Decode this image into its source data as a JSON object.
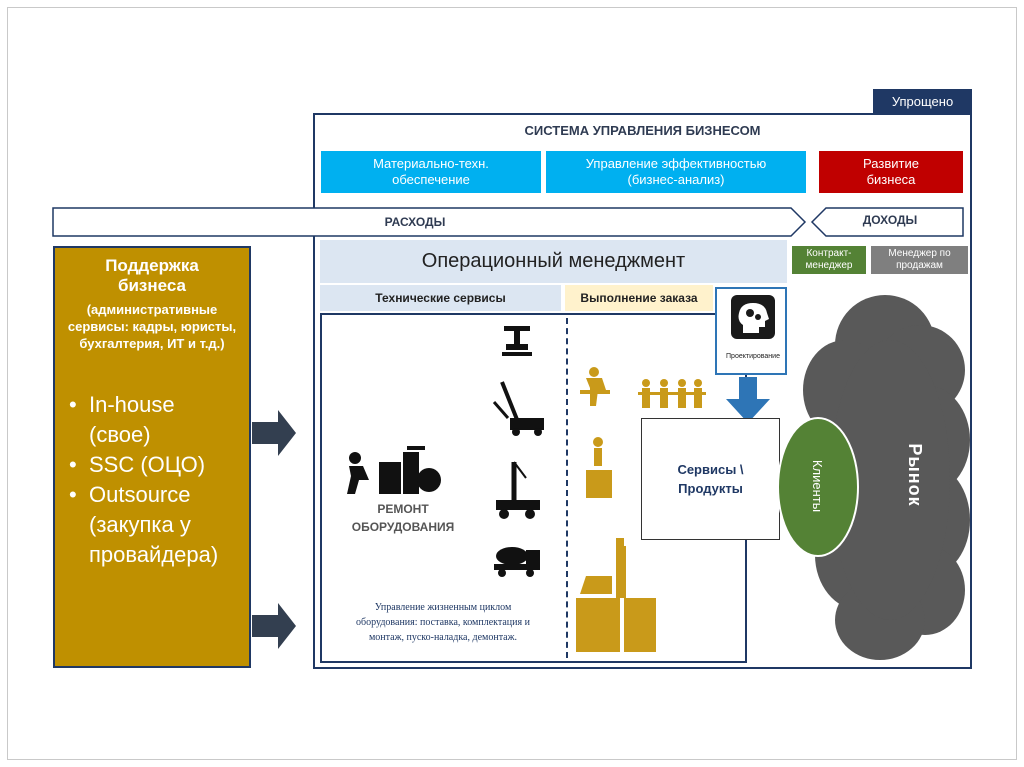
{
  "tag": "Упрощено",
  "system_title": "СИСТЕМА УПРАВЛЕНИЯ БИЗНЕСОМ",
  "boxes": {
    "mto": [
      "Материально-техн.",
      "обеспечение"
    ],
    "efficiency": [
      "Управление эффективностью",
      "(бизнес-анализ)"
    ],
    "development": [
      "Развитие",
      "бизнеса"
    ]
  },
  "expenses_label": "РАСХОДЫ",
  "income_label": "ДОХОДЫ",
  "op_title": "Операционный менеджмент",
  "contract_manager": [
    "Контракт-",
    "менеджер"
  ],
  "sales_manager": [
    "Менеджер по",
    "продажам"
  ],
  "tech_services": "Технические сервисы",
  "order_execution": "Выполнение заказа",
  "design_label": "Проектирование",
  "services_products": [
    "Сервисы \\",
    "Продукты"
  ],
  "clients": "Клиенты",
  "market": "Рынок",
  "support": {
    "title": [
      "Поддержка",
      "бизнеса"
    ],
    "subtitle": [
      "(административные",
      "сервисы: кадры, юристы,",
      "бухгалтерия, ИТ и т.д.)"
    ],
    "bullets": [
      [
        "In-house",
        "(свое)"
      ],
      [
        "SSC (ОЦО)"
      ],
      [
        "Outsource",
        "(закупка у",
        "провайдера)"
      ]
    ]
  },
  "repair": [
    "РЕМОНТ",
    "ОБОРУДОВАНИЯ"
  ],
  "lifecycle": [
    "Управление жизненным циклом",
    "оборудования: поставка, комплектация и",
    "монтаж, пуско-наладка, демонтаж."
  ],
  "colors": {
    "navy": "#1f3864",
    "accent_blue": "#00b0f0",
    "accent_red": "#c00000",
    "gold": "#bf9000",
    "green": "#548235",
    "cloud_gray": "#595959"
  },
  "icons": [
    "head-gears-icon",
    "worker-machinery-icon",
    "drill-rig-icon",
    "crane-truck-icon",
    "mixer-truck-icon",
    "workers-icon",
    "pump-jack-icon"
  ]
}
